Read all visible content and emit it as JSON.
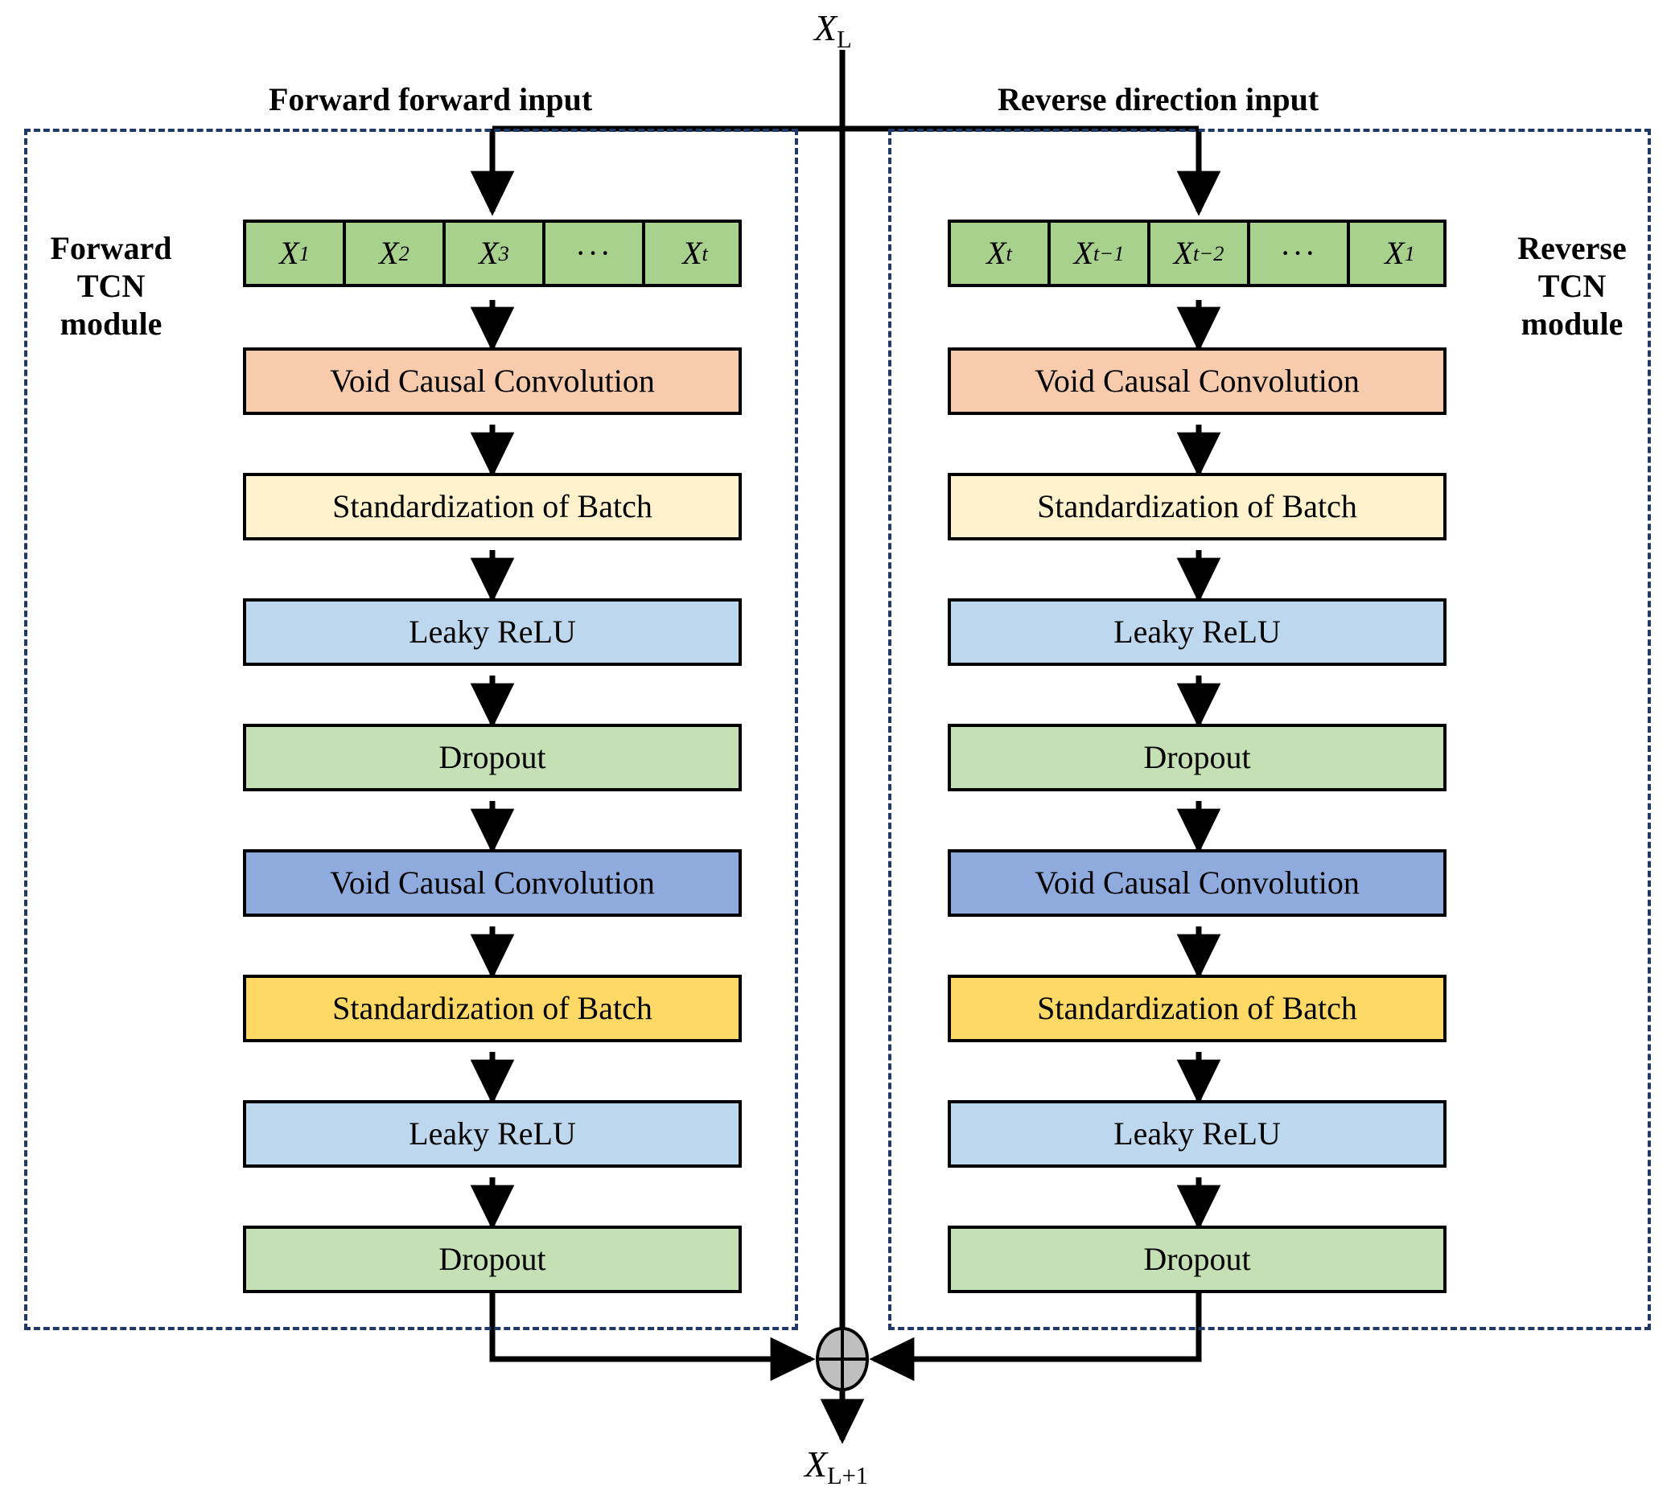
{
  "figure": {
    "type": "diagram",
    "title": "Bidirectional TCN residual block",
    "colors": {
      "sequence_green": "#a9d18e",
      "conv_peach": "#f8cbad",
      "batchnorm_cream": "#fff2cc",
      "relu_blue": "#bdd7ee",
      "dropout_green": "#c5e0b4",
      "conv_blue": "#8faadc",
      "batchnorm_gold": "#ffd966",
      "frame_dashed": "#1f3864",
      "merge_gray": "#bfbfbf",
      "stroke": "#000000"
    }
  },
  "io": {
    "input_label": "X",
    "input_sub": "L",
    "output_label": "X",
    "output_sub": "L+1"
  },
  "headers": {
    "forward": "Forward forward input",
    "reverse": "Reverse direction input"
  },
  "side_labels": {
    "forward": "Forward\nTCN\nmodule",
    "forward_line1": "Forward",
    "forward_line2": "TCN",
    "forward_line3": "module",
    "reverse_line1": "Reverse",
    "reverse_line2": "TCN",
    "reverse_line3": "module"
  },
  "forward_module": {
    "sequence": [
      {
        "base": "X",
        "sub": "1",
        "dots": false
      },
      {
        "base": "X",
        "sub": "2",
        "dots": false
      },
      {
        "base": "X",
        "sub": "3",
        "dots": false
      },
      {
        "base": "···",
        "sub": "",
        "dots": true
      },
      {
        "base": "X",
        "sub": "t",
        "dots": false
      }
    ],
    "blocks": [
      {
        "label": "Void Causal Convolution",
        "color": "#f8cbad"
      },
      {
        "label": "Standardization of Batch",
        "color": "#fff2cc"
      },
      {
        "label": "Leaky ReLU",
        "color": "#bdd7ee"
      },
      {
        "label": "Dropout",
        "color": "#c5e0b4"
      },
      {
        "label": "Void Causal Convolution",
        "color": "#8faadc"
      },
      {
        "label": "Standardization of Batch",
        "color": "#ffd966"
      },
      {
        "label": "Leaky ReLU",
        "color": "#bdd7ee"
      },
      {
        "label": "Dropout",
        "color": "#c5e0b4"
      }
    ]
  },
  "reverse_module": {
    "sequence": [
      {
        "base": "X",
        "sub": "t",
        "dots": false
      },
      {
        "base": "X",
        "sub": "t−1",
        "dots": false
      },
      {
        "base": "X",
        "sub": "t−2",
        "dots": false
      },
      {
        "base": "···",
        "sub": "",
        "dots": true
      },
      {
        "base": "X",
        "sub": "1",
        "dots": false
      }
    ],
    "blocks": [
      {
        "label": "Void Causal Convolution",
        "color": "#f8cbad"
      },
      {
        "label": "Standardization of Batch",
        "color": "#fff2cc"
      },
      {
        "label": "Leaky ReLU",
        "color": "#bdd7ee"
      },
      {
        "label": "Dropout",
        "color": "#c5e0b4"
      },
      {
        "label": "Void Causal Convolution",
        "color": "#8faadc"
      },
      {
        "label": "Standardization of Batch",
        "color": "#ffd966"
      },
      {
        "label": "Leaky ReLU",
        "color": "#bdd7ee"
      },
      {
        "label": "Dropout",
        "color": "#c5e0b4"
      }
    ]
  },
  "merge": {
    "operator": "add",
    "symbol": "⊕"
  }
}
